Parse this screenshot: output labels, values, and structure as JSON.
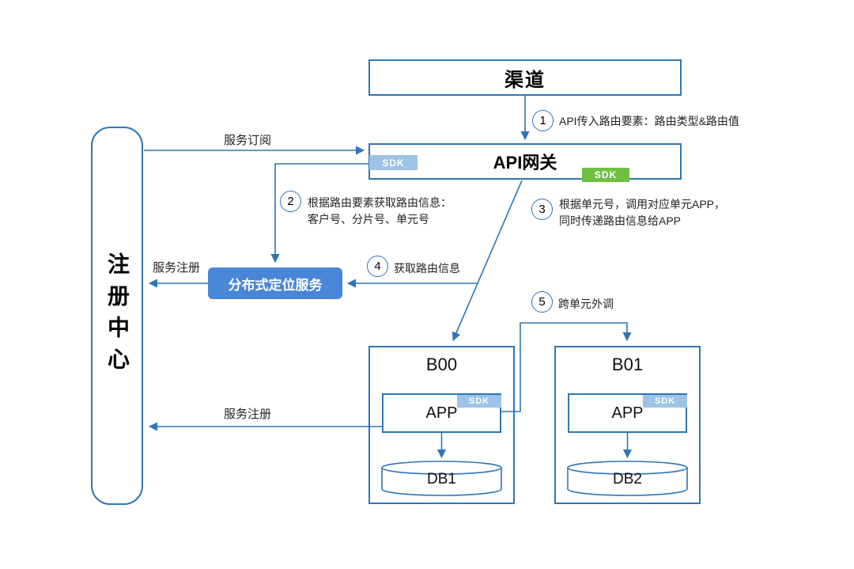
{
  "colors": {
    "line": "#2E75B6",
    "locator_fill": "#4A86D8",
    "sdk_blue": "#9DC3E6",
    "sdk_green": "#6FBF45"
  },
  "nodes": {
    "channel": {
      "label": "渠道"
    },
    "api_gateway": {
      "label": "API网关",
      "sdk_left": "SDK",
      "sdk_right": "SDK"
    },
    "registry": {
      "label": "注册中心"
    },
    "locator": {
      "label": "分布式定位服务"
    },
    "unit_b00": {
      "label": "B00",
      "app": "APP",
      "sdk": "SDK",
      "db": "DB1"
    },
    "unit_b01": {
      "label": "B01",
      "app": "APP",
      "sdk": "SDK",
      "db": "DB2"
    }
  },
  "edges": {
    "subscribe": {
      "label": "服务订阅"
    },
    "register_top": {
      "label": "服务注册"
    },
    "register_bottom": {
      "label": "服务注册"
    }
  },
  "steps": [
    {
      "num": "1",
      "text": "API传入路由要素：路由类型&路由值"
    },
    {
      "num": "2",
      "text": "根据路由要素获取路由信息：\n客户号、分片号、单元号"
    },
    {
      "num": "3",
      "text": "根据单元号，调用对应单元APP，\n同时传递路由信息给APP"
    },
    {
      "num": "4",
      "text": "获取路由信息"
    },
    {
      "num": "5",
      "text": "跨单元外调"
    }
  ]
}
